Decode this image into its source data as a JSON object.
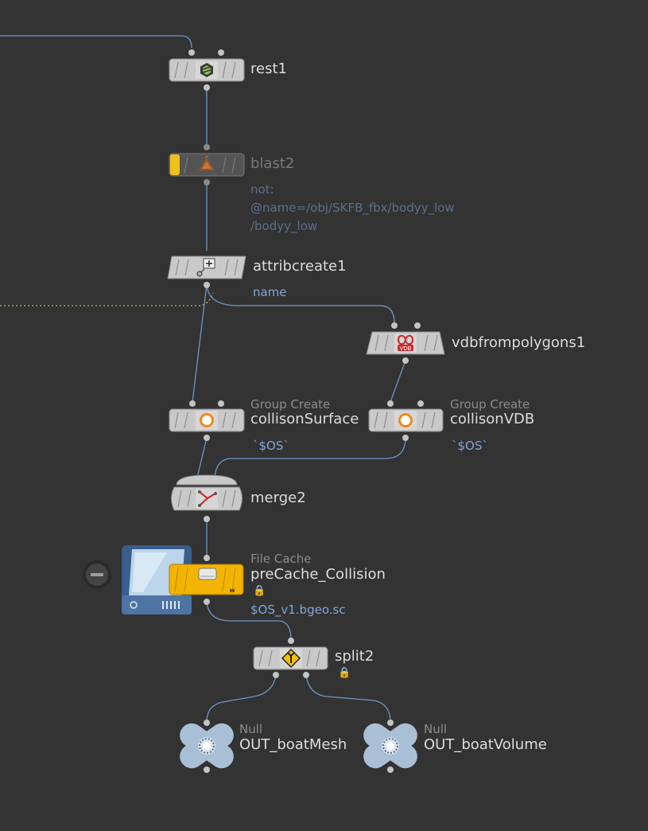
{
  "nodes": {
    "rest1": {
      "name": "rest1",
      "icon": "rest-icon"
    },
    "blast2": {
      "name": "blast2",
      "icon": "blast-icon",
      "state": "bypassed",
      "param_lines": [
        "not:",
        "@name=/obj/SKFB_fbx/bodyy_low",
        "/bodyy_low"
      ]
    },
    "attribcreate1": {
      "name": "attribcreate1",
      "icon": "attribcreate-icon",
      "param": "name"
    },
    "vdbfrompolygons1": {
      "name": "vdbfrompolygons1",
      "icon": "vdb-icon",
      "badge": "VDB"
    },
    "collisonSurface": {
      "type": "Group Create",
      "name": "collisonSurface",
      "param": "`$OS`",
      "icon": "group-icon"
    },
    "collisonVDB": {
      "type": "Group Create",
      "name": "collisonVDB",
      "param": "`$OS`",
      "icon": "group-icon"
    },
    "merge2": {
      "name": "merge2",
      "icon": "merge-icon"
    },
    "preCache_Collision": {
      "type": "File Cache",
      "name": "preCache_Collision",
      "param": "$OS_v1.bgeo.sc",
      "icon": "filecache-icon",
      "locked": true
    },
    "split2": {
      "name": "split2",
      "icon": "split-icon",
      "locked": true
    },
    "OUT_boatMesh": {
      "type": "Null",
      "name": "OUT_boatMesh",
      "icon": "null-icon"
    },
    "OUT_boatVolume": {
      "type": "Null",
      "name": "OUT_boatVolume",
      "icon": "null-icon"
    }
  },
  "colors": {
    "background": "#333333",
    "wire": "#7fa8d6",
    "node_body": "#c9c9c9",
    "display_flag": "#f0c01c",
    "filecache_body": "#f2b400",
    "null_body": "#a9bfd6",
    "group_ring": "#f08a1c"
  }
}
